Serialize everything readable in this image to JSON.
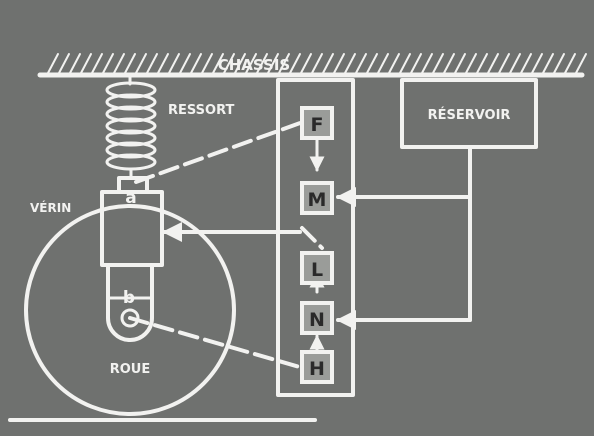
{
  "labels": {
    "chassis": "CHASSIS",
    "ressort": "RESSORT",
    "reservoir": "RÉSERVOIR",
    "verin": "VÉRIN",
    "roue": "ROUE",
    "point_a": "a",
    "point_b": "b"
  },
  "controls": {
    "f": "F",
    "m": "M",
    "l": "L",
    "n": "N",
    "h": "H"
  },
  "colors": {
    "background": "#6f716f",
    "line": "#f2f2f0",
    "box_fill": "#9a9c99"
  }
}
